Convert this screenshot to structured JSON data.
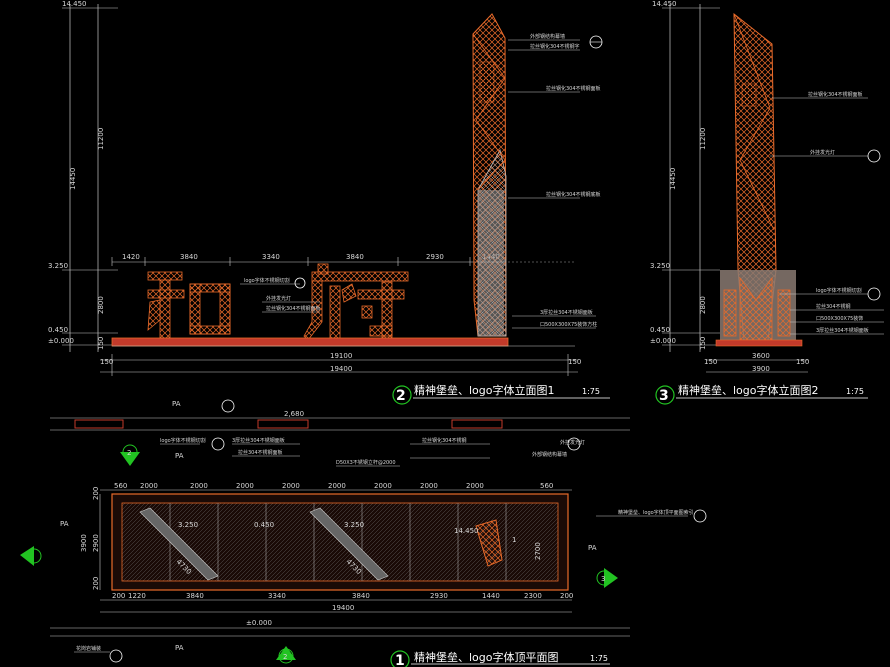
{
  "colors": {
    "background": "#000000",
    "dim_line": "#c8c8c8",
    "orange": "#e86a2a",
    "green": "#22c322",
    "white": "#ffffff",
    "red": "#c23a2a"
  },
  "elev1": {
    "title": "精神堡垒、logo字体立面图1",
    "scale": "1:75",
    "num": "2",
    "levels": {
      "top": "14.450",
      "mid": "3.250",
      "base": "0.450",
      "zero": "±0.000"
    },
    "vdims": [
      "14450",
      "11200",
      "2800",
      "150"
    ],
    "hdims_top": [
      "1420",
      "3840",
      "3340",
      "3840",
      "2930",
      "1440"
    ],
    "hdims_bottom": [
      "150",
      "19100",
      "150"
    ],
    "total": "19400",
    "logo_text": "和府",
    "notes": {
      "n1": "logo字体不锈钢切割",
      "n2": "外挂发光灯",
      "n3": "拉丝钢化304不锈钢面板",
      "n4": "3厚拉丝304不锈钢面板",
      "n5": "口500X300X75装饰方柱",
      "n6": "外部钢结构幕墙",
      "n7": "拉丝钢化304不锈钢字",
      "n8": "拉丝钢化304不锈钢底板"
    }
  },
  "elev2": {
    "title": "精神堡垒、logo字体立面图2",
    "scale": "1:75",
    "num": "3",
    "levels": {
      "top": "14.450",
      "mid": "3.250",
      "base": "0.450",
      "zero": "±0.000"
    },
    "vdims": [
      "14450",
      "11200",
      "2800",
      "150"
    ],
    "hdims": [
      "150",
      "3600",
      "150"
    ],
    "total": "3900",
    "notes": {
      "n1": "拉丝钢化304不锈钢面板",
      "n2": "外挂发光灯",
      "n3": "logo字体不锈钢切割",
      "n4": "拉丝304不锈钢",
      "n5": "口500X300X75装饰",
      "n6": "3厚拉丝304不锈钢面板"
    }
  },
  "plan": {
    "title": "精神堡垒、logo字体顶平面图",
    "scale": "1:75",
    "num": "1",
    "pa_labels": [
      "PA",
      "PA",
      "PA",
      "PA",
      "PA"
    ],
    "top_dim": "2,680",
    "hdims_top": [
      "560",
      "2000",
      "2000",
      "2000",
      "2000",
      "2000",
      "2000",
      "2000",
      "2000",
      "560"
    ],
    "hdims_bottom1": [
      "200",
      "1220",
      "3840",
      "3340",
      "3840",
      "2930",
      "1440",
      "2300",
      "200"
    ],
    "total": "19400",
    "vdims": [
      "200",
      "2900",
      "3900",
      "200"
    ],
    "levels": {
      "l1": "3.250",
      "l2": "0.450",
      "l3": "3.250",
      "l4": "14.450",
      "l5": "±0.000"
    },
    "notes": {
      "n1": "logo字体不锈钢切割",
      "n2": "3厚拉丝304不锈钢面板",
      "n3": "拉丝304不锈钢面板",
      "n4": "拉丝钢化304不锈钢",
      "n5": "外挂发光灯",
      "n6": "外部钢结构幕墙",
      "n7": "精神堡垒、logo字体顶平面图索引",
      "n8": "花岗岩铺装",
      "n9": "D50X3不锈钢立杆@2000"
    },
    "rot_dims": [
      "4730",
      "4730"
    ],
    "side_dims": [
      "2700",
      "1"
    ],
    "markers": [
      "2",
      "3",
      "1",
      "2"
    ]
  }
}
